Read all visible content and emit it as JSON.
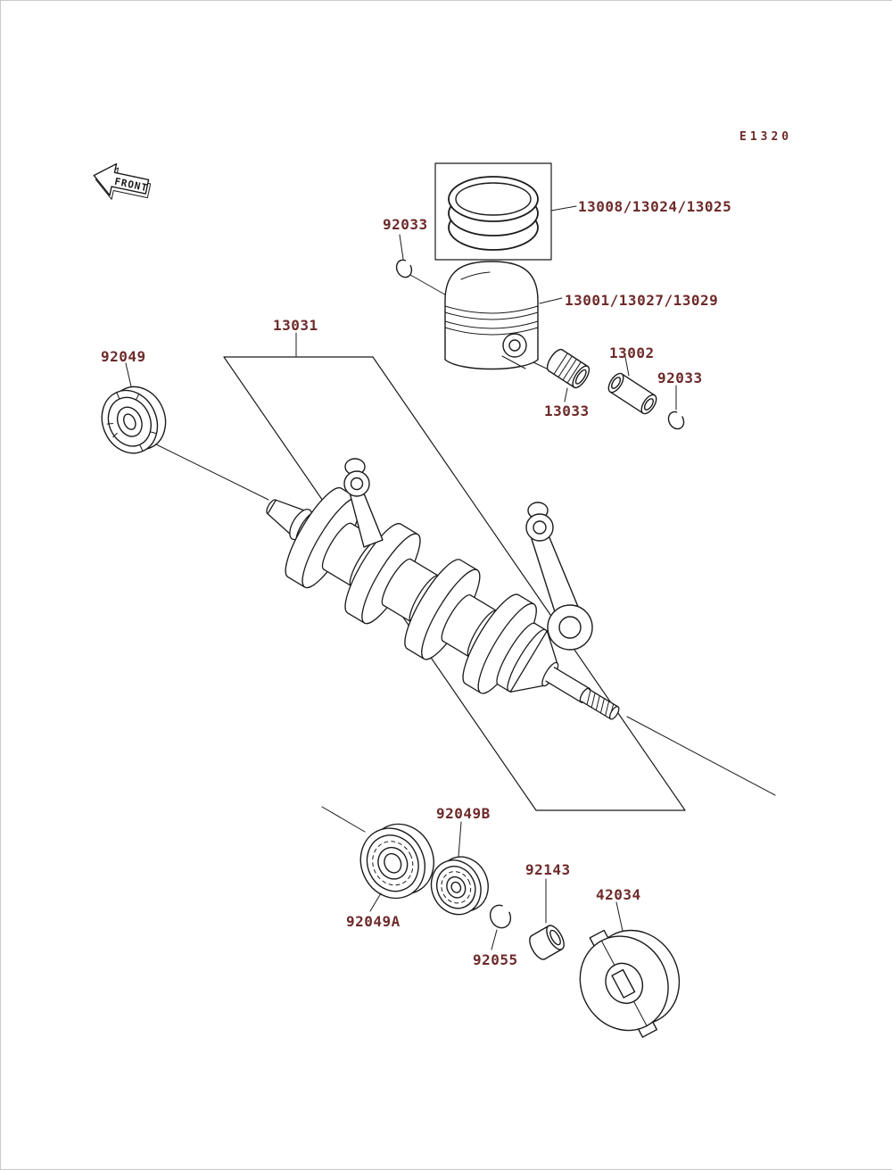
{
  "page": {
    "code": "E1320",
    "front_arrow_label": "FRONT"
  },
  "colors": {
    "line": "#1b1b1b",
    "label": "#6e2a2a",
    "background": "#ffffff"
  },
  "parts": {
    "piston_rings": "13008/13024/13025",
    "piston": "13001/13027/13029",
    "snap_ring_top": "92033",
    "snap_ring_side": "92033",
    "piston_pin": "13002",
    "needle_bearing": "13033",
    "crankshaft": "13031",
    "oil_seal": "92049",
    "bearing_outer": "92049A",
    "bearing_inner": "92049B",
    "snap_ring_lower": "92055",
    "collar": "92143",
    "coupling": "42034"
  }
}
